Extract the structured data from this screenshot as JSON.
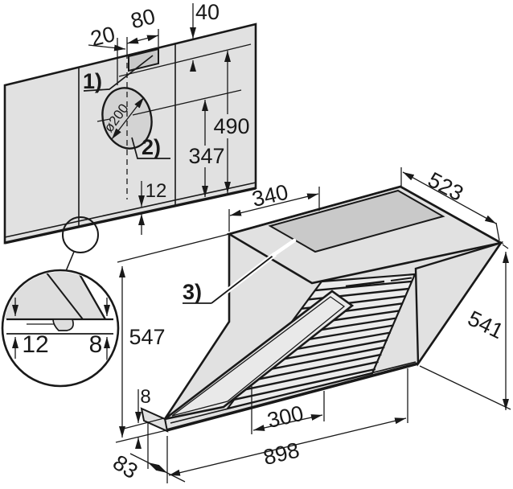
{
  "callouts": {
    "c1": "1)",
    "c2": "2)",
    "c3": "3)",
    "hole_diameter": "ø200"
  },
  "dimensions": {
    "offset_20": "20",
    "cutout_80": "80",
    "top_40": "40",
    "height_490": "490",
    "height_347": "347",
    "rail_12": "12",
    "detail_12": "12",
    "detail_8": "8",
    "top_340": "340",
    "depth_523": "523",
    "front_541": "541",
    "height_547": "547",
    "edge_8": "8",
    "filter_300": "300",
    "width_898": "898",
    "base_83": "83"
  },
  "colors": {
    "bg": "#ffffff",
    "line": "#191919",
    "panel": "#e1e1e1",
    "inset": "#c9c9c9",
    "glass": "#e9e9e9",
    "louver": "#ececec",
    "hole": "#d3d3d3",
    "sect": "#dedede"
  }
}
